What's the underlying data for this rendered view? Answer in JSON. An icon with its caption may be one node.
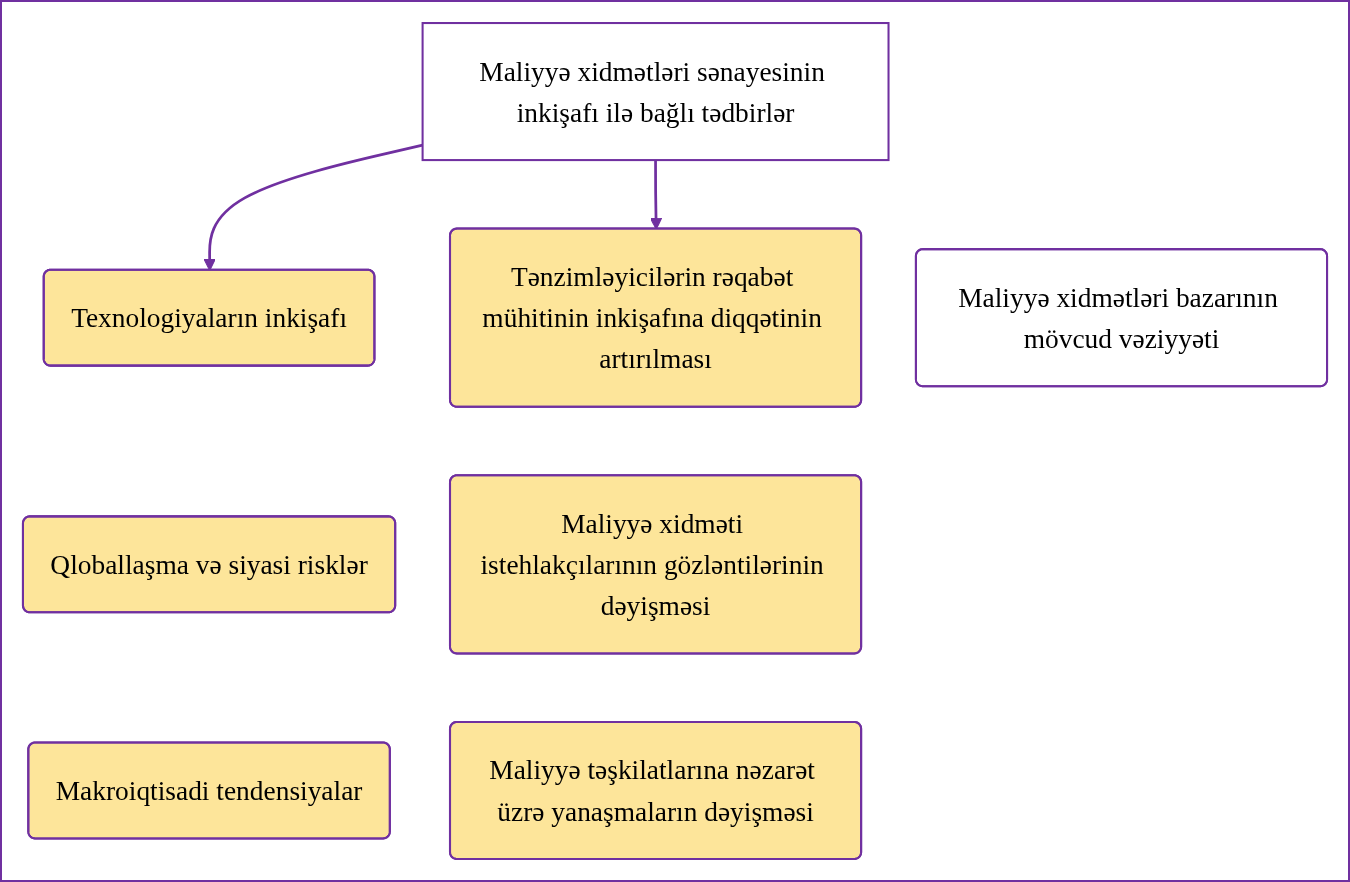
{
  "diagram": {
    "nodes": [
      {
        "text": [
          "Maliyyə xidmətləri sənayesinin inkişafı ilə bağlı tədbirlər"
        ]
      },
      {
        "text": [
          "Texnologiyaların inkişafı"
        ]
      },
      {
        "text": [
          "Tənzimləyicilərin rəqabət mühitinin inkişafına diqqətinin artırılması"
        ]
      },
      {
        "text": [
          "Maliyyə xidmətləri bazarının mövcud vəziyyəti"
        ]
      },
      {
        "text": [
          "Qloballaşma və siyasi risklər"
        ]
      },
      {
        "text": [
          "Maliyyə xidməti istehlakçılarının gözləntilərinin dəyişməsi"
        ]
      },
      {
        "text": [
          "Makroiqtisadi tendensiyalar"
        ]
      },
      {
        "text": [
          "Maliyyə təşkilatlarına nəzarət üzrə yanaşmaların dəyişməsi"
        ]
      }
    ],
    "edges": [
      {
        "from": 0,
        "to": 1,
        "arrow": "to"
      },
      {
        "from": 0,
        "to": 2,
        "arrow": "to"
      }
    ]
  }
}
